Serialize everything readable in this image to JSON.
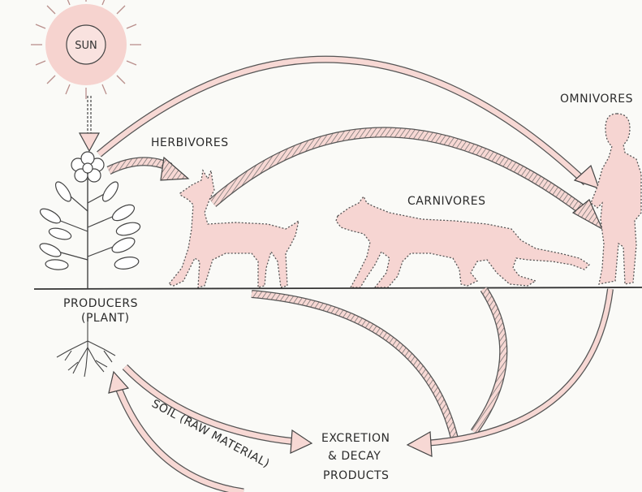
{
  "diagram": {
    "sun_label": "SUN",
    "herbivores_label": "HERBIVORES",
    "carnivores_label": "CARNIVORES",
    "omnivores_label": "OMNIVORES",
    "producers_label_line1": "PRODUCERS",
    "producers_label_line2": "(PLANT)",
    "soil_label": "SOIL (RAW   MATERIAL)",
    "decay_label_line1": "EXCRETION",
    "decay_label_line2": "& DECAY",
    "decay_label_line3": "PRODUCTS"
  },
  "colors": {
    "fill_pink": "#f6d5d2",
    "outline": "#555555",
    "background": "#fafaf7"
  }
}
